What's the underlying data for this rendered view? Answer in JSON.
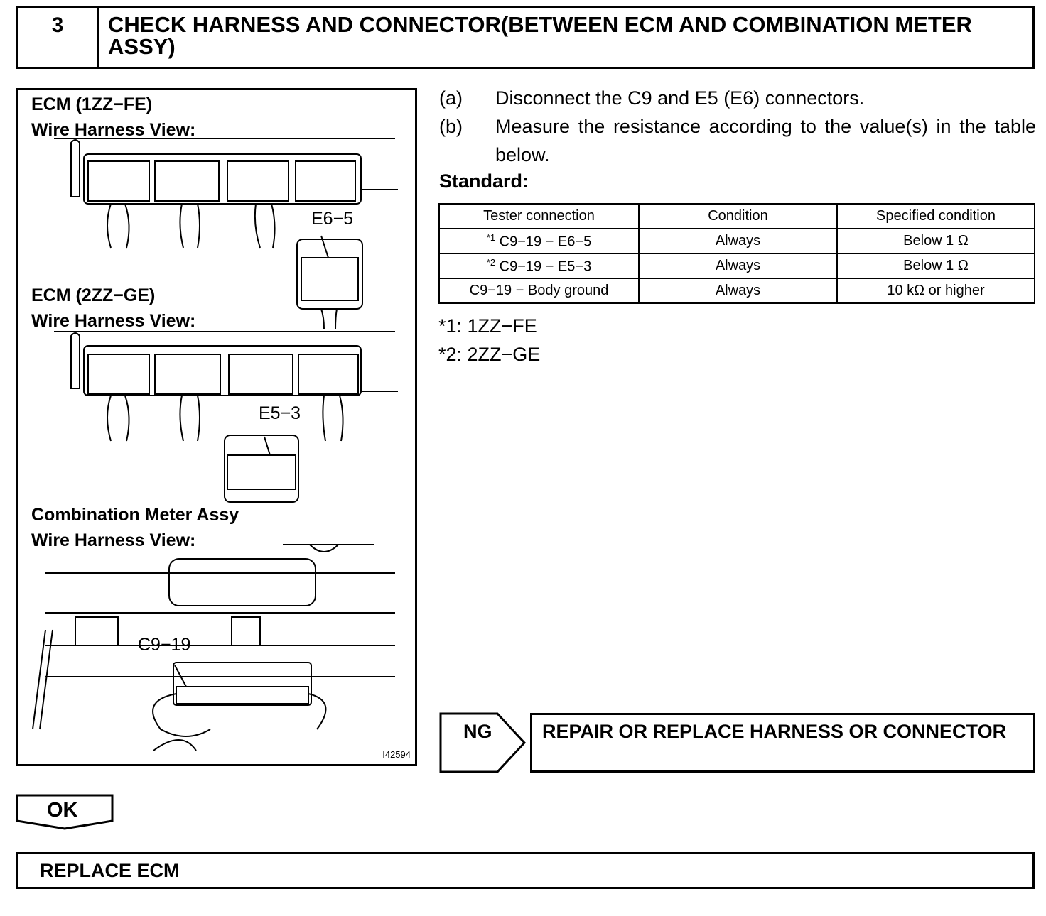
{
  "header": {
    "step_number": "3",
    "title": "CHECK HARNESS AND CONNECTOR(BETWEEN ECM AND COMBINATION METER ASSY)"
  },
  "figure": {
    "ecm1_title": "ECM (1ZZ−FE)",
    "ecm1_view": "Wire Harness View:",
    "ecm1_pin": "E6−5",
    "ecm2_title": "ECM (2ZZ−GE)",
    "ecm2_view": "Wire Harness View:",
    "ecm2_pin": "E5−3",
    "meter_title": "Combination Meter Assy",
    "meter_view": "Wire Harness View:",
    "meter_pin": "C9−19",
    "figure_id": "I42594"
  },
  "steps": [
    {
      "label": "(a)",
      "text": "Disconnect the C9 and E5 (E6) connectors."
    },
    {
      "label": "(b)",
      "text": "Measure the resistance according to the value(s) in the table below."
    }
  ],
  "standard_label": "Standard:",
  "table": {
    "headers": [
      "Tester connection",
      "Condition",
      "Specified condition"
    ],
    "rows": [
      {
        "sup": "*1",
        "connection": "C9−19 − E6−5",
        "condition": "Always",
        "spec": "Below 1 Ω"
      },
      {
        "sup": "*2",
        "connection": "C9−19 − E5−3",
        "condition": "Always",
        "spec": "Below 1 Ω"
      },
      {
        "sup": "",
        "connection": "C9−19 − Body ground",
        "condition": "Always",
        "spec": "10 kΩ or higher"
      }
    ]
  },
  "notes": [
    "*1: 1ZZ−FE",
    "*2: 2ZZ−GE"
  ],
  "ng": {
    "label": "NG",
    "action": "REPAIR OR REPLACE HARNESS OR CONNECTOR"
  },
  "ok": {
    "label": "OK",
    "action": "REPLACE ECM"
  }
}
